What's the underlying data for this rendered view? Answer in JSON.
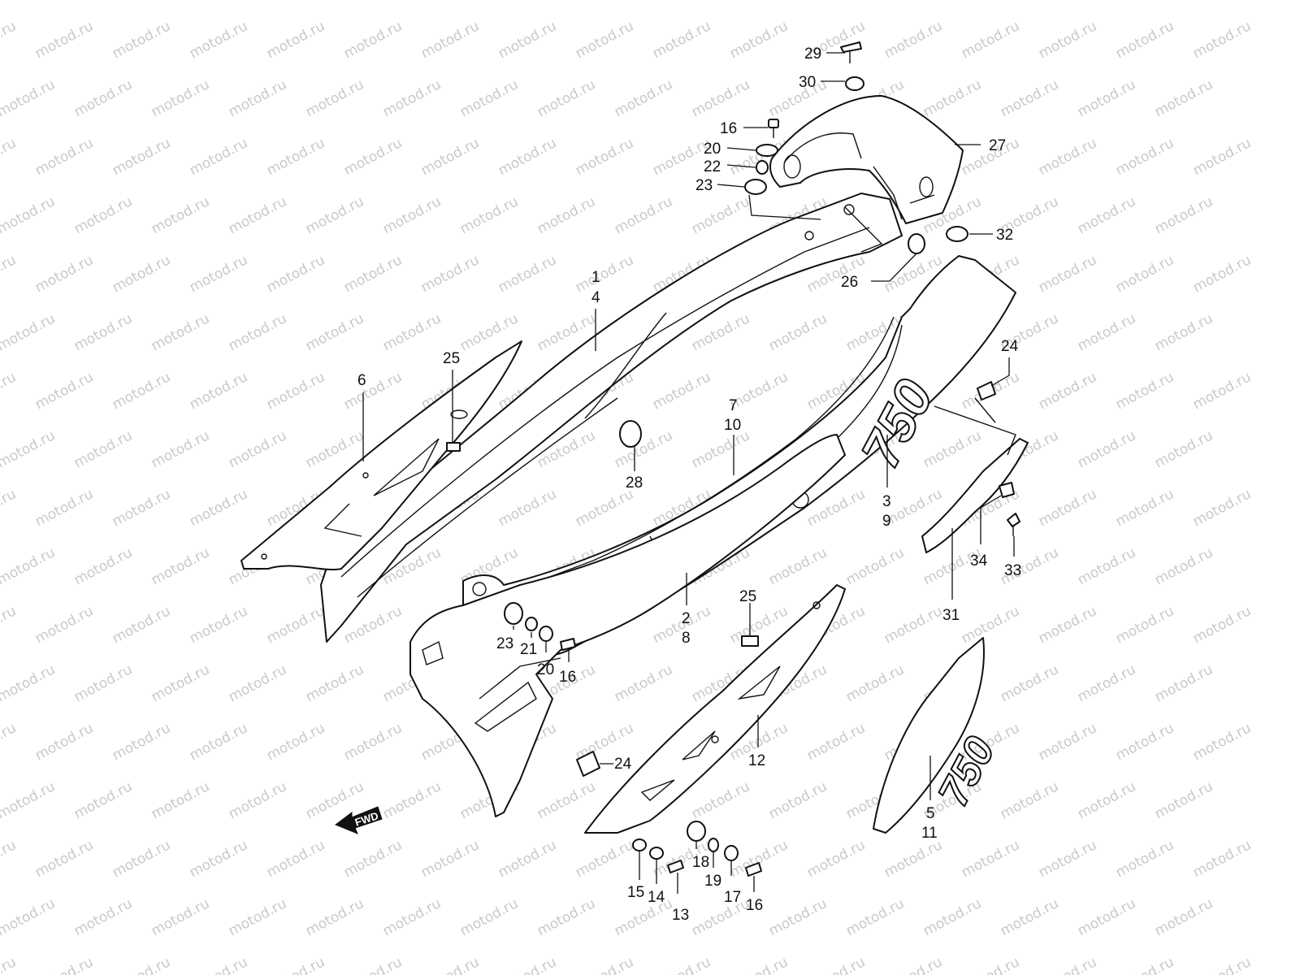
{
  "watermark": {
    "text": "motod.ru",
    "color": "#c9c9c9"
  },
  "logo_text": "750",
  "direction_marker": {
    "label": "FWD",
    "icon": "forward-arrow-icon"
  },
  "callouts": [
    {
      "id": "c29",
      "label": "29"
    },
    {
      "id": "c30",
      "label": "30"
    },
    {
      "id": "c16a",
      "label": "16"
    },
    {
      "id": "c20a",
      "label": "20"
    },
    {
      "id": "c22",
      "label": "22"
    },
    {
      "id": "c23a",
      "label": "23"
    },
    {
      "id": "c27",
      "label": "27"
    },
    {
      "id": "c32",
      "label": "32"
    },
    {
      "id": "c26",
      "label": "26"
    },
    {
      "id": "c1",
      "label": "1"
    },
    {
      "id": "c4",
      "label": "4"
    },
    {
      "id": "c6",
      "label": "6"
    },
    {
      "id": "c25a",
      "label": "25"
    },
    {
      "id": "c24a",
      "label": "24"
    },
    {
      "id": "c7",
      "label": "7"
    },
    {
      "id": "c10",
      "label": "10"
    },
    {
      "id": "c28",
      "label": "28"
    },
    {
      "id": "c3",
      "label": "3"
    },
    {
      "id": "c9",
      "label": "9"
    },
    {
      "id": "c34",
      "label": "34"
    },
    {
      "id": "c33",
      "label": "33"
    },
    {
      "id": "c31",
      "label": "31"
    },
    {
      "id": "c2",
      "label": "2"
    },
    {
      "id": "c8",
      "label": "8"
    },
    {
      "id": "c25b",
      "label": "25"
    },
    {
      "id": "c23b",
      "label": "23"
    },
    {
      "id": "c21",
      "label": "21"
    },
    {
      "id": "c20b",
      "label": "20"
    },
    {
      "id": "c16b",
      "label": "16"
    },
    {
      "id": "c12",
      "label": "12"
    },
    {
      "id": "c24b",
      "label": "24"
    },
    {
      "id": "c5",
      "label": "5"
    },
    {
      "id": "c11",
      "label": "11"
    },
    {
      "id": "c15",
      "label": "15"
    },
    {
      "id": "c14",
      "label": "14"
    },
    {
      "id": "c13",
      "label": "13"
    },
    {
      "id": "c18",
      "label": "18"
    },
    {
      "id": "c19",
      "label": "19"
    },
    {
      "id": "c17",
      "label": "17"
    },
    {
      "id": "c16c",
      "label": "16"
    }
  ]
}
